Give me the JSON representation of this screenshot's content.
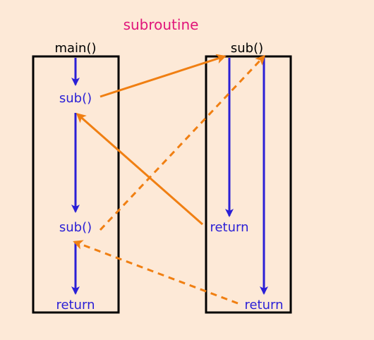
{
  "title": "subroutine",
  "main_box": {
    "header": "main()",
    "labels": {
      "call1": "sub()",
      "call2": "sub()",
      "ret": "return"
    }
  },
  "sub_box": {
    "header": "sub()",
    "labels": {
      "ret1": "return",
      "ret2": "return"
    }
  },
  "colors": {
    "background": "#fde9d7",
    "title": "#e0157a",
    "flow": "#2a1fd6",
    "jump": "#f07f12",
    "box": "#000000",
    "header_text": "#000000",
    "label_text": "#2a1fd6"
  }
}
